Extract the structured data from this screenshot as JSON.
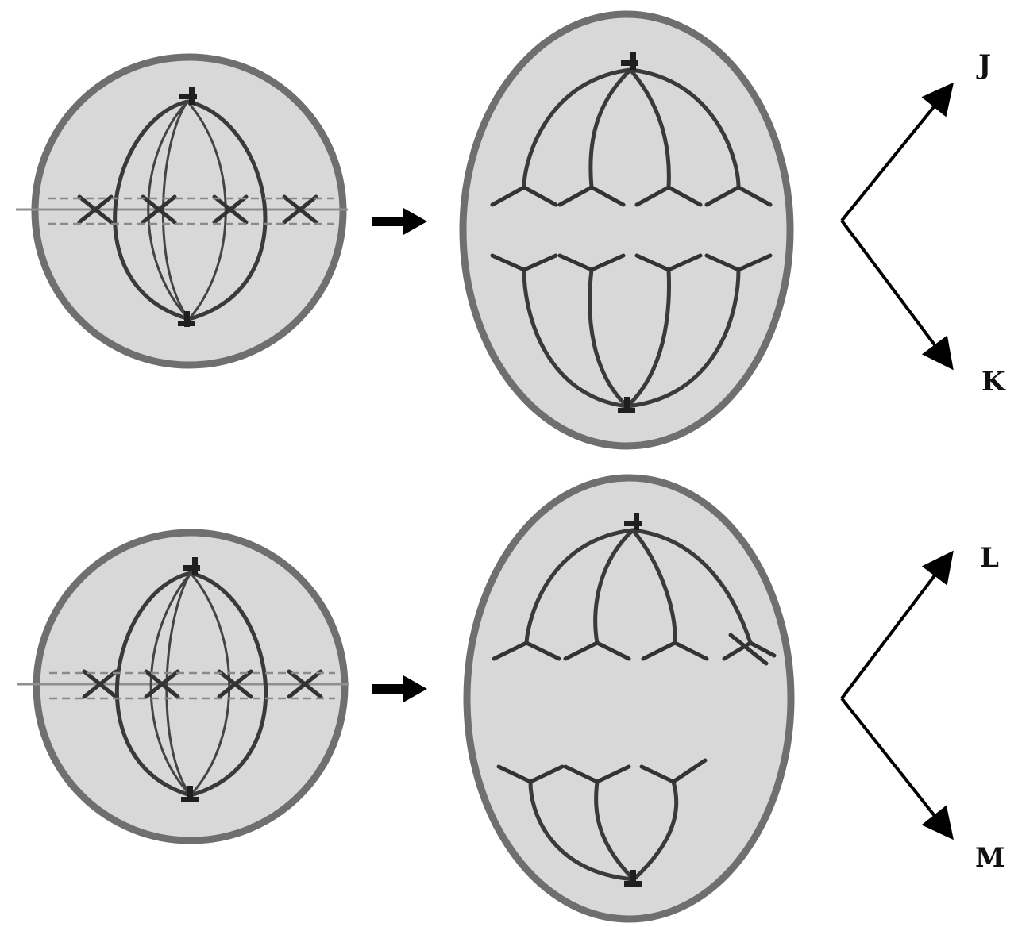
{
  "labels": {
    "j": "J",
    "k": "K",
    "l": "L",
    "m": "M"
  },
  "colors": {
    "cytoplasm": "#d8d8d8",
    "membrane": "#6f6f6f",
    "ink": "#111111"
  }
}
